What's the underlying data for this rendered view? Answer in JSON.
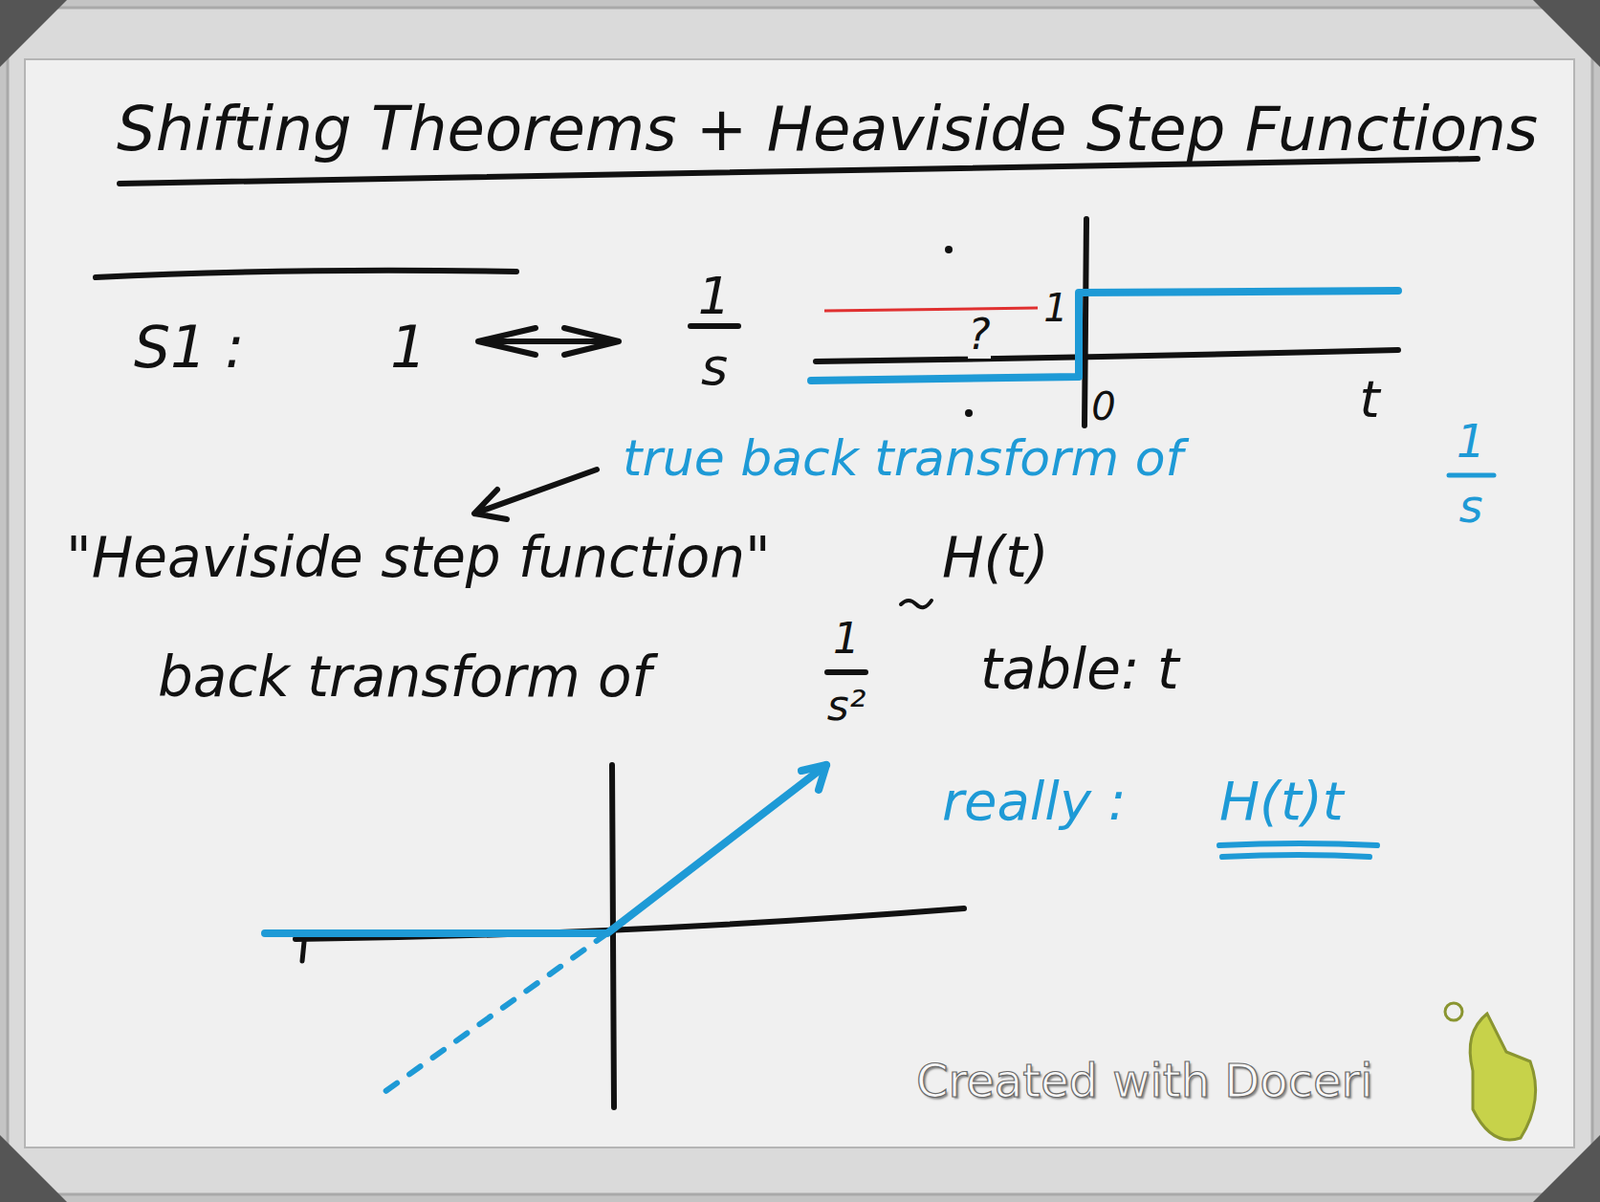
{
  "diagram": {
    "title": "Shifting Theorems + Heaviside Step Functions",
    "labels": [
      "S1 :",
      "1",
      "1",
      "s",
      "1",
      "?",
      "0",
      "t",
      "true back transform of",
      "1",
      "s",
      "\"Heaviside step function\"",
      "H(t)",
      "back transform of",
      "1",
      "s²",
      "table: t",
      "really :",
      "H(t)t",
      "Created with Doceri"
    ]
  }
}
